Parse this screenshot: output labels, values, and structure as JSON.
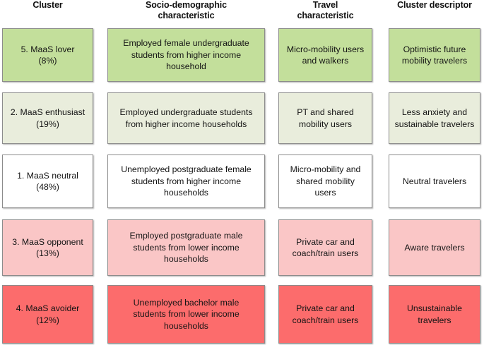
{
  "headers": [
    {
      "lines": [
        "Cluster"
      ]
    },
    {
      "lines": [
        "Socio-demographic",
        "characteristic"
      ]
    },
    {
      "lines": [
        "Travel",
        "characteristic"
      ]
    },
    {
      "lines": [
        "Cluster descriptor"
      ]
    }
  ],
  "colors": {
    "row1_fill": "#C3DF9B",
    "row2_fill": "#E9EDDC",
    "row3_fill": "#FFFFFF",
    "row4_fill": "#FAC6C6",
    "row5_fill": "#FC6C6C",
    "border": "#8C8C8C",
    "text": "#141414"
  },
  "rows": [
    {
      "fill": "#C3DF9B",
      "cluster": {
        "lines": [
          "5. MaaS lover",
          "(8%)"
        ]
      },
      "socio": {
        "lines": [
          "Employed female undergraduate",
          "students from higher income",
          "household"
        ]
      },
      "travel": {
        "lines": [
          "Micro-mobility users",
          "and walkers"
        ]
      },
      "descriptor": {
        "lines": [
          "Optimistic future",
          "mobility travelers"
        ]
      }
    },
    {
      "fill": "#E9EDDC",
      "cluster": {
        "lines": [
          "2. MaaS enthusiast",
          "(19%)"
        ]
      },
      "socio": {
        "lines": [
          "Employed undergraduate students",
          "from higher income households"
        ]
      },
      "travel": {
        "lines": [
          "PT and shared",
          "mobility users"
        ]
      },
      "descriptor": {
        "lines": [
          "Less anxiety and",
          "sustainable travelers"
        ]
      }
    },
    {
      "fill": "#FFFFFF",
      "cluster": {
        "lines": [
          "1. MaaS neutral",
          "(48%)"
        ]
      },
      "socio": {
        "lines": [
          "Unemployed postgraduate female",
          "students from higher income",
          "households"
        ]
      },
      "travel": {
        "lines": [
          "Micro-mobility and",
          "shared mobility",
          "users"
        ]
      },
      "descriptor": {
        "lines": [
          "Neutral travelers"
        ]
      }
    },
    {
      "fill": "#FAC6C6",
      "cluster": {
        "lines": [
          "3. MaaS opponent",
          "(13%)"
        ]
      },
      "socio": {
        "lines": [
          "Employed postgraduate male",
          "students from lower income",
          "households"
        ]
      },
      "travel": {
        "lines": [
          "Private car and",
          "coach/train users"
        ]
      },
      "descriptor": {
        "lines": [
          "Aware travelers"
        ]
      }
    },
    {
      "fill": "#FC6C6C",
      "cluster": {
        "lines": [
          "4. MaaS avoider",
          "(12%)"
        ]
      },
      "socio": {
        "lines": [
          "Unemployed bachelor male",
          "students from lower income",
          "households"
        ]
      },
      "travel": {
        "lines": [
          "Private car and",
          "coach/train users"
        ]
      },
      "descriptor": {
        "lines": [
          "Unsustainable",
          "travelers"
        ]
      }
    }
  ]
}
